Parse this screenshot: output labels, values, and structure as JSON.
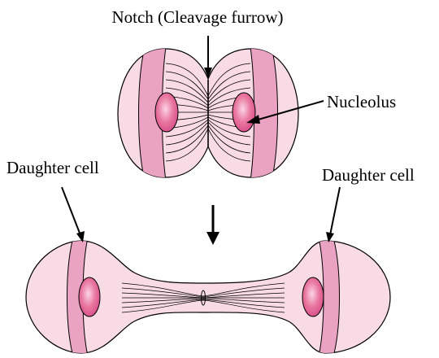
{
  "labels": {
    "notch": "Notch (Cleavage furrow)",
    "nucleolus": "Nucleolus",
    "daughter_left": "Daughter cell",
    "daughter_right": "Daughter cell"
  },
  "colors": {
    "cell_light": "#f9dbe6",
    "cell_mid": "#eba3c4",
    "nucleolus_fill": "#e36aa0",
    "nucleolus_highlight": "#f8c8dc",
    "outline": "#000000"
  }
}
